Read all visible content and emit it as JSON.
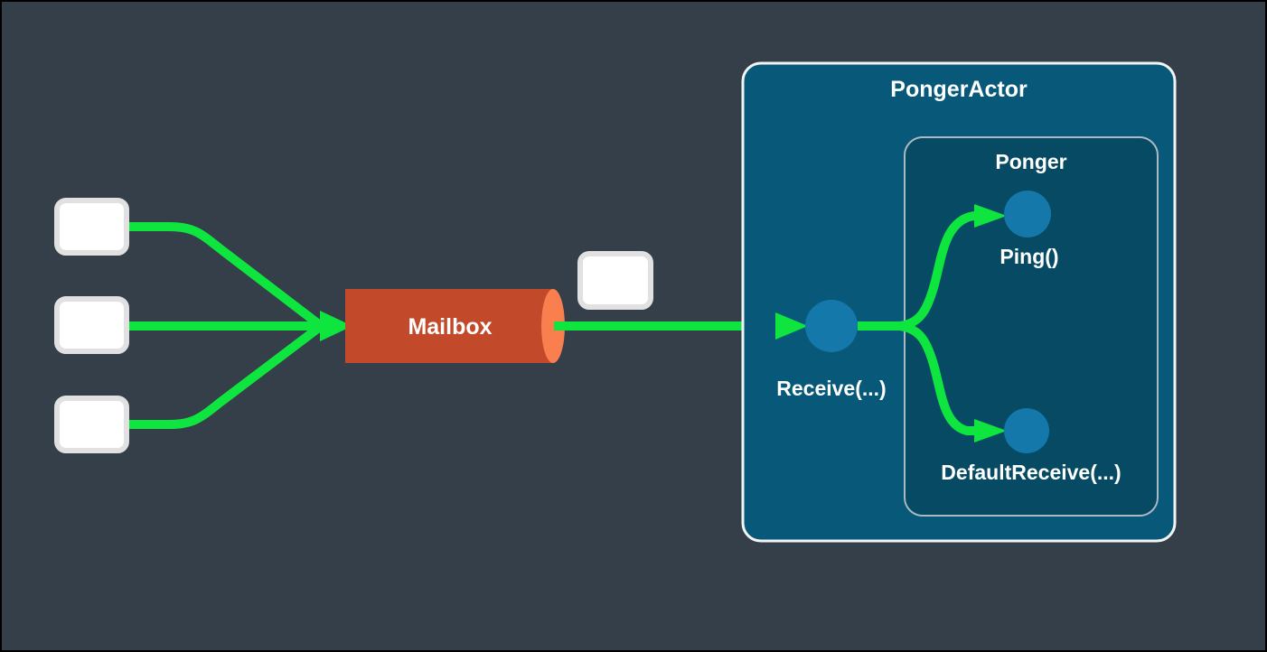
{
  "colors": {
    "background": "#343f4a",
    "frame": "#000000",
    "arrow_green": "#0fe53f",
    "mailbox_body": "#c2492a",
    "mailbox_cap": "#f97f4e",
    "actor_fill": "#08587a",
    "inner_fill": "#074a63",
    "node_circle": "#1478ab",
    "message_fill": "#ffffff",
    "message_border": "#e1e1e1",
    "text": "#ffffff"
  },
  "mailbox": {
    "label": "Mailbox"
  },
  "actor": {
    "title": "PongerActor",
    "receive_label": "Receive(...)",
    "inner": {
      "title": "Ponger",
      "ping_label": "Ping()",
      "default_receive_label": "DefaultReceive(...)"
    }
  }
}
